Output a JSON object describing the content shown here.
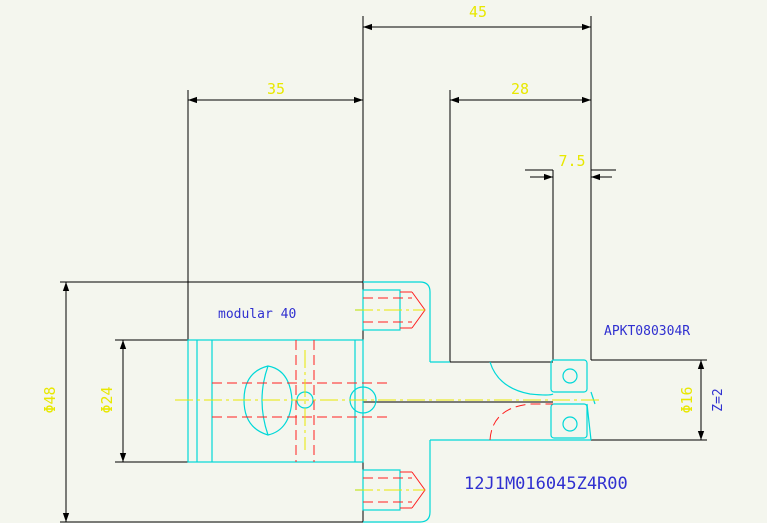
{
  "colors": {
    "background": "#f4f6ee",
    "outline": "#000000",
    "part": "#00d8d8",
    "hidden": "#ff2020",
    "center": "#e8e800",
    "dimension_text": "#e8e800",
    "label": "#3030d0"
  },
  "dimensions": {
    "d45": "45",
    "d35": "35",
    "d28": "28",
    "d75": "7.5",
    "dia48": "Φ48",
    "dia24": "Φ24",
    "dia16": "Φ16"
  },
  "labels": {
    "modular": "modular 40",
    "insert": "APKT080304R",
    "teeth": "Z=2",
    "part_code": "12J1M016045Z4R00"
  }
}
